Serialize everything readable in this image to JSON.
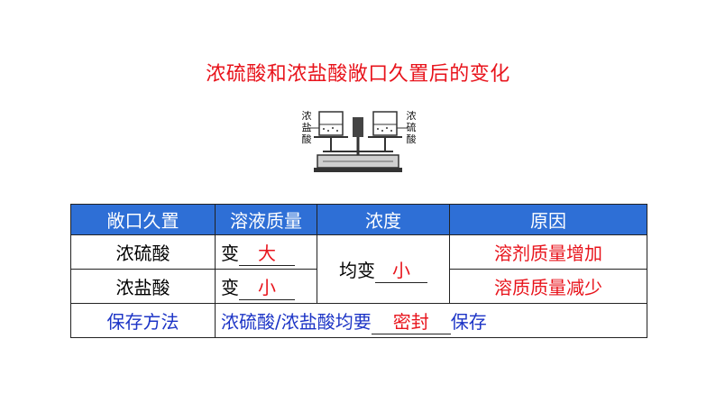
{
  "title": "浓硫酸和浓盐酸敞口久置后的变化",
  "figure": {
    "left_label": "浓盐酸",
    "right_label": "浓硫酸"
  },
  "table": {
    "headers": [
      "敞口久置",
      "溶液质量",
      "浓度",
      "原因"
    ],
    "rows": [
      {
        "name": "浓硫酸",
        "mass_prefix": "变",
        "mass_answer": "大",
        "reason": "溶剂质量增加"
      },
      {
        "name": "浓盐酸",
        "mass_prefix": "变",
        "mass_answer": "小",
        "reason": "溶质质量减少"
      }
    ],
    "concentration_prefix": "均变",
    "concentration_answer": "小",
    "storage_label": "保存方法",
    "storage_prefix": "浓硫酸/浓盐酸均要",
    "storage_answer": "密封",
    "storage_suffix": "保存"
  },
  "colors": {
    "title": "#e8141c",
    "header_bg": "#2e6fd6",
    "answer": "#e8141c",
    "method": "#1c34c6"
  }
}
